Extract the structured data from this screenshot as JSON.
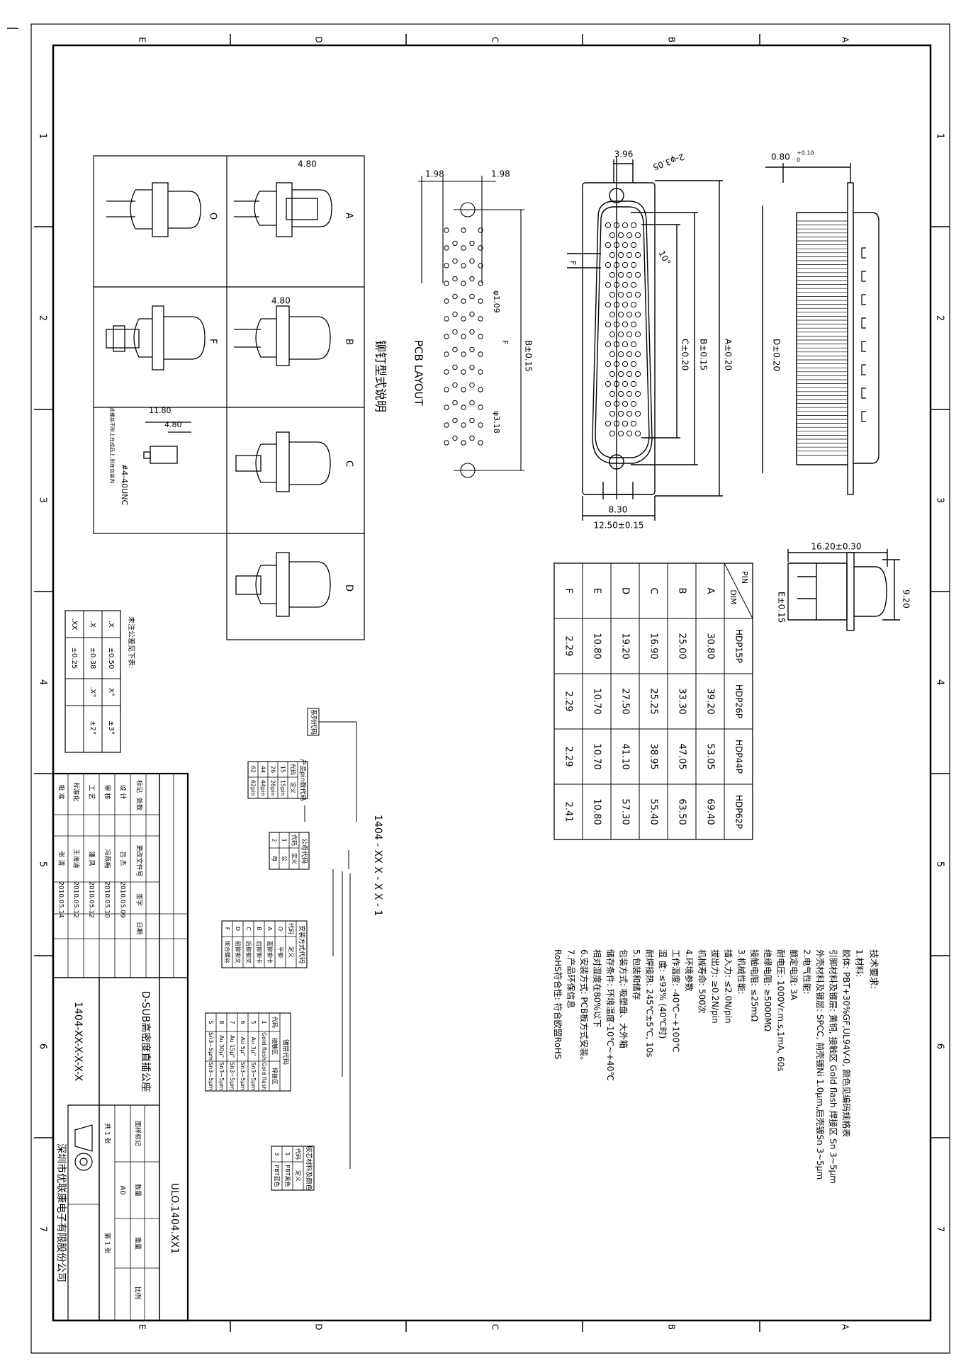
{
  "zones": {
    "letters": [
      "E",
      "D",
      "C",
      "B",
      "A"
    ],
    "numbers": [
      "1",
      "2",
      "3",
      "4",
      "5",
      "6",
      "7"
    ]
  },
  "dims": {
    "hole_spacing": "3.96",
    "mount_holes": "2-φ3.05",
    "pcb_pitch_left": "1.98",
    "pcb_pitch_right": "1.98",
    "pcb_hole_small": "φ1.09",
    "pcb_hole_big": "φ3.18",
    "b_dim_pcb": "B±0.15",
    "f_mark": "F",
    "angle": "10°",
    "c_dim": "C±0.20",
    "b_dim": "B±0.15",
    "a_dim": "A±0.20",
    "d_dim": "D±0.20",
    "face_width": "8.30",
    "shell_width": "12.50±0.15",
    "shell_thickness": "0.80",
    "shell_thickness_tol": "+0.10",
    "shell_thickness_tol2": "0",
    "side_length": "16.20±0.30",
    "side_height": "9.20",
    "e_dim": "E±0.15",
    "rivet_a_len": "4.80",
    "rivet_b_len": "4.80",
    "rivet_f_len1": "11.80",
    "rivet_f_len2": "4.80",
    "thread": "#4-40UNC",
    "rivet_f_note": "此螺丝不附上在成品上,附在包装内"
  },
  "labels": {
    "pcb_layout": "PCB LAYOUT",
    "rivet_title": "铆钉型式说明",
    "rivet_codes": [
      "O",
      "A",
      "F",
      "B",
      "C",
      "D"
    ]
  },
  "dim_table": {
    "corner_top": "PIN",
    "corner_bottom": "DIM",
    "headers": [
      "HDP15P",
      "HDP26P",
      "HDP44P",
      "HDP62P"
    ],
    "rows": [
      {
        "dim": "A",
        "values": [
          "30.80",
          "39.20",
          "53.05",
          "69.40"
        ]
      },
      {
        "dim": "B",
        "values": [
          "25.00",
          "33.30",
          "47.05",
          "63.50"
        ]
      },
      {
        "dim": "C",
        "values": [
          "16.90",
          "25.25",
          "38.95",
          "55.40"
        ]
      },
      {
        "dim": "D",
        "values": [
          "19.20",
          "27.50",
          "41.10",
          "57.30"
        ]
      },
      {
        "dim": "E",
        "values": [
          "10.80",
          "10.70",
          "10.70",
          "10.80"
        ]
      },
      {
        "dim": "F",
        "values": [
          "2.29",
          "2.29",
          "2.29",
          "2.41"
        ]
      }
    ]
  },
  "tolerance": {
    "title": "未注公差见下表:",
    "rows": [
      [
        ".X",
        "±0.50",
        "X°",
        "±3°"
      ],
      [
        ".X",
        "±0.38",
        ".X°",
        "±2°"
      ],
      [
        ".XX",
        "±0.25",
        "",
        ""
      ]
    ]
  },
  "part_number": {
    "code": "1404 - XX X - X X - 1",
    "series_box": "系列代码",
    "pin_table": {
      "title": "产品pin数代码",
      "headers": [
        "代码",
        "定义"
      ],
      "rows": [
        [
          "15",
          "15pin"
        ],
        [
          "26",
          "26pin"
        ],
        [
          "44",
          "44pin"
        ],
        [
          "62",
          "62pin"
        ]
      ]
    },
    "gender_table": {
      "title": "公母代码",
      "headers": [
        "代码",
        "定义"
      ],
      "rows": [
        [
          "1",
          "公"
        ],
        [
          "2",
          "母"
        ]
      ]
    },
    "install_table": {
      "title": "安装方式代码",
      "headers": [
        "代码",
        "定义"
      ],
      "rows": [
        [
          "O",
          "平铆"
        ],
        [
          "A",
          "面铆铆卡"
        ],
        [
          "B",
          "后铆铆卡"
        ],
        [
          "C",
          "后铆铆叉"
        ],
        [
          "D",
          "前铆铆叉"
        ],
        [
          "F",
          "铆合螺丝"
        ]
      ]
    },
    "plating_table": {
      "title": "镀层代码",
      "headers": [
        "代码",
        "接触区",
        "焊接区"
      ],
      "rows": [
        [
          "1",
          "Gold flash",
          "Gold flash"
        ],
        [
          "5",
          "Au 3μ\"",
          "Sn3~5μm"
        ],
        [
          "6",
          "Au 5μ\"",
          "Sn3~5μm"
        ],
        [
          "7",
          "Au 15μ\"",
          "Sn3~5μm"
        ],
        [
          "8",
          "Au 30μ\"",
          "Sn3~5μm"
        ],
        [
          "S",
          "Sn3~5μm",
          "Sn3~5μm"
        ]
      ]
    },
    "material_table": {
      "title": "胶芯材料及颜色",
      "headers": [
        "代码",
        "定义"
      ],
      "rows": [
        [
          "1",
          "PBT黑色"
        ],
        [
          "3",
          "PBT蓝色"
        ]
      ]
    }
  },
  "tech": {
    "title": "技术要求:",
    "lines": [
      "1.材料:",
      "  胶体: PBT+30%GF,UL94V-0, 颜色见编码规格表",
      "  引脚材料及镀层: 黄铜, 接触区 Gold flash 焊接区 Sn 3~5μm",
      "  外壳材料及镀层: SPCC, 前壳镀Ni 1.0μm,后壳镀Sn 3~5μm",
      "2.电气性能:",
      "  额定电流: 3A",
      "  耐电压: 1000Vr.m.s,1mA, 60s",
      "  绝缘电阻: ≥5000MΩ",
      "  接触电阻: ≤25mΩ",
      "3.机械性能:",
      "  插入力: ≤2.0N/pin",
      "  拔出力: ≥0.2N/pin",
      "  机械寿命: 500次",
      "4.环境参数",
      "  工作温度: -40℃~+100℃",
      "  湿    度: ≤93% (40℃时)",
      "  耐焊接热: 245℃±5℃, 10s",
      "5.包装和储存",
      "  包装方式: 吸塑盘、大外箱",
      "  储存条件: 环境温度-10℃~+40℃",
      "           相对湿度在80%以下",
      "6.安装方式: PCB板方式安装。",
      "7.产品环保信息",
      "  RoHS符合性: 符合欧盟RoHS"
    ]
  },
  "title_block": {
    "revision_headers": [
      "标记",
      "处数",
      "更改文件号",
      "签字",
      "日期"
    ],
    "rows": [
      [
        "设  计",
        "吕  杰",
        "2010.05.09"
      ],
      [
        "审  核",
        "冯燕梅",
        "2010.05.10"
      ],
      [
        "工  艺",
        "潘  凤",
        "2010.05.12"
      ],
      [
        "标准化",
        "王海涛",
        "2010.05.12"
      ],
      [
        "批  准",
        "张  清",
        "2010.05.14"
      ]
    ],
    "product_name": "D-SUB高密度直插公座",
    "model": "1404-XX-X-X-X-X",
    "drawing_no": "ULO.1404.XX1",
    "labels": [
      "图样标记",
      "数量",
      "重量",
      "比例"
    ],
    "size": "A0",
    "sheet_of": "共 1 张",
    "sheet_no": "第 1 张",
    "company": "深圳市优联康电子有限股份公司"
  }
}
